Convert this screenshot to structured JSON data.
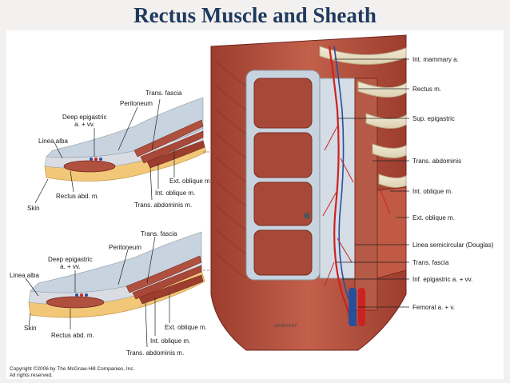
{
  "slide": {
    "title": "Rectus Muscle and Sheath"
  },
  "top_section_labels": {
    "trans_fascia": "Trans. fascia",
    "peritoneum": "Peritoneum",
    "deep_epigastric": "Deep epigastric\na. + vv.",
    "linea_alba": "Linea alba",
    "ext_oblique": "Ext. oblique m.",
    "int_oblique": "Int. oblique m.",
    "rectus_abd": "Rectus abd. m.",
    "trans_abdominis": "Trans. abdominis m.",
    "skin": "Skin"
  },
  "bottom_section_labels": {
    "trans_fascia": "Trans. fascia",
    "peritoneum": "Peritoneum",
    "deep_epigastric": "Deep epigastric\na. + vv.",
    "linea_alba": "Linea alba",
    "ext_oblique": "Ext. oblique m.",
    "int_oblique": "Int.  oblique m.",
    "rectus_abd": "Rectus abd. m.",
    "trans_abdominis": "Trans. abdominis m.",
    "skin": "Skin"
  },
  "main_labels": {
    "int_mammary": "Int. mammary a.",
    "rectus": "Rectus m.",
    "sup_epigastric": "Sup. epigastric",
    "trans_abdominis": "Trans. abdominis",
    "int_oblique": "Int. oblique m.",
    "ext_oblique": "Ext. oblique m.",
    "linea_semicircular": "Linea semicircular (Douglas)",
    "trans_fascia": "Trans. fascia",
    "inf_epigastric": "Inf. epigastric a. + vv.",
    "femoral": "Femoral a. + v."
  },
  "signature": "DEBEVOIT",
  "copyright": "Copyright ©2006 by The McGraw-Hill Companies, Inc.\nAll rights reserved.",
  "colors": {
    "title": "#1f3a5f",
    "muscle": "#b0503f",
    "muscle_dark": "#8a3426",
    "fascia": "#c7d3df",
    "skin": "#f2c878",
    "artery": "#cc2222",
    "vein": "#2a4f9a"
  }
}
